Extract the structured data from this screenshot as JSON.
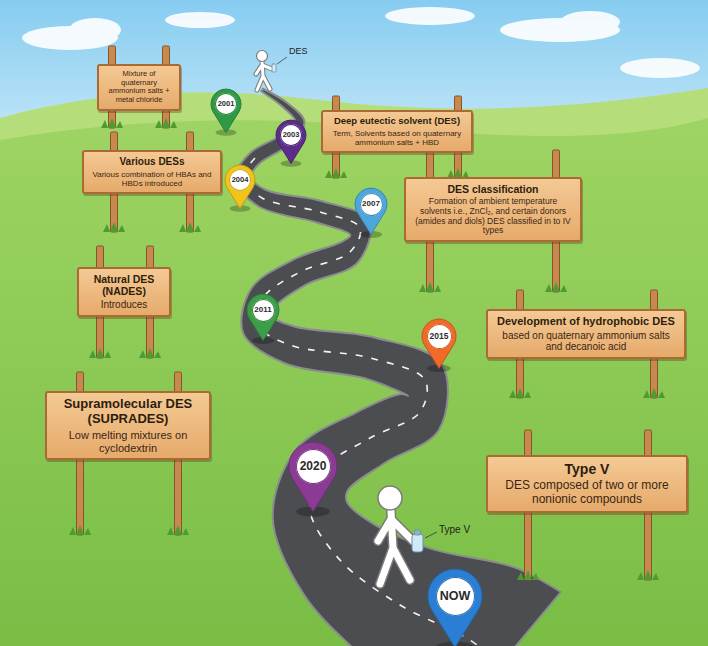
{
  "diagram": {
    "nodes": [
      {
        "text": [
          "Mixture of quaternary ammonium salts + metal chloride"
        ]
      },
      {
        "text": [
          "2001"
        ]
      },
      {
        "text": [
          "2003"
        ]
      },
      {
        "text": [
          "Deep eutectic solvent (DES)",
          "Term, Solvents based on quaternary ammonium salts + HBD"
        ]
      },
      {
        "text": [
          "Various DESs",
          "Various combination of HBAs and HBDs introduced"
        ]
      },
      {
        "text": [
          "2004"
        ]
      },
      {
        "text": [
          "DES classification",
          "Formation of ambient temperature solvents i.e., ZnCl₂, and certain donors (amides and diols) DES classified in to IV types"
        ]
      },
      {
        "text": [
          "2007"
        ]
      },
      {
        "text": [
          "Natural DES (NADES)",
          "Introduces"
        ]
      },
      {
        "text": [
          "2011"
        ]
      },
      {
        "text": [
          "Development of hydrophobic DES",
          "based on quaternary ammonium salts and decanoic acid"
        ]
      },
      {
        "text": [
          "2015"
        ]
      },
      {
        "text": [
          "Supramolecular DES (SUPRADES)",
          "Low melting mixtures on cyclodextrin"
        ]
      },
      {
        "text": [
          "2020"
        ]
      },
      {
        "text": [
          "Type V",
          "DES composed of two or more nonionic compounds"
        ]
      },
      {
        "text": [
          "NOW"
        ]
      }
    ],
    "labels": [
      "DES",
      "Type V"
    ]
  }
}
